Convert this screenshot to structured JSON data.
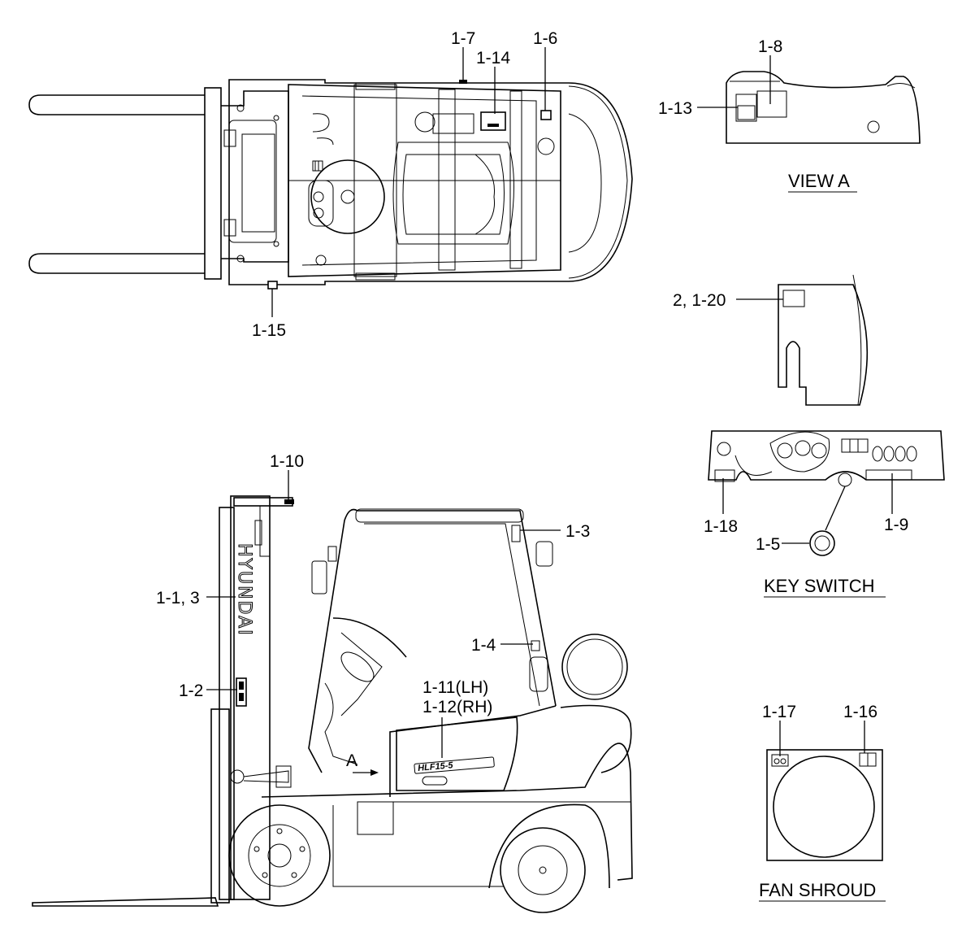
{
  "labels": {
    "l1_7": "1-7",
    "l1_14": "1-14",
    "l1_6": "1-6",
    "l1_15": "1-15",
    "l1_8": "1-8",
    "l1_13": "1-13",
    "l2_1_20": "2, 1-20",
    "l1_18": "1-18",
    "l1_9": "1-9",
    "l1_5": "1-5",
    "l1_10": "1-10",
    "l1_3": "1-3",
    "l1_1_3": "1-1, 3",
    "l1_4": "1-4",
    "l1_2": "1-2",
    "l1_11": "1-11(LH)",
    "l1_12": "1-12(RH)",
    "l_a": "A",
    "l1_17": "1-17",
    "l1_16": "1-16"
  },
  "titles": {
    "view_a": "VIEW A",
    "key_switch": "KEY SWITCH",
    "fan_shroud": "FAN SHROUD"
  },
  "markings": {
    "mast_brand": "HYUNDAI",
    "model_badge": "HLF15-5"
  }
}
